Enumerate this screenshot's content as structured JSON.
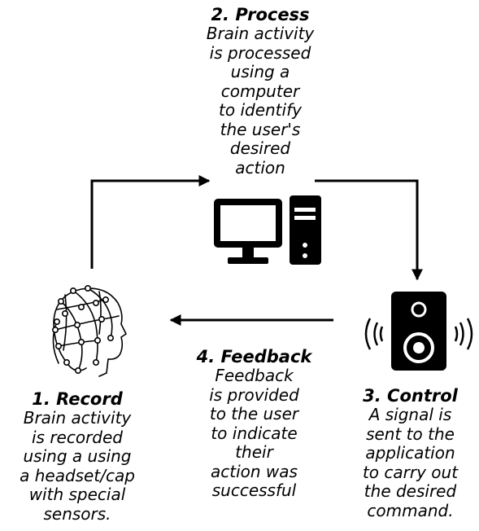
{
  "steps": {
    "process": {
      "title": "2. Process",
      "lines": [
        "Brain activity",
        "is processed",
        "using a",
        "computer",
        "to identify",
        "the user's",
        "desired",
        "action"
      ],
      "icon": "computer-icon"
    },
    "record": {
      "title": "1. Record",
      "lines": [
        "Brain activity",
        "is recorded",
        "using a using",
        "a headset/cap",
        "with special",
        "sensors."
      ],
      "icon": "eeg-headset-icon"
    },
    "control": {
      "title": "3. Control",
      "lines": [
        "A signal is",
        "sent to the",
        "application",
        "to carry out",
        "the desired",
        "command."
      ],
      "icon": "speaker-icon"
    },
    "feedback": {
      "title": "4. Feedback",
      "lines": [
        "Feedback",
        "is provided",
        "to the user",
        "to indicate",
        "their",
        "action was",
        "successful"
      ]
    }
  },
  "colors": {
    "ink": "#000000",
    "background": "#ffffff"
  }
}
